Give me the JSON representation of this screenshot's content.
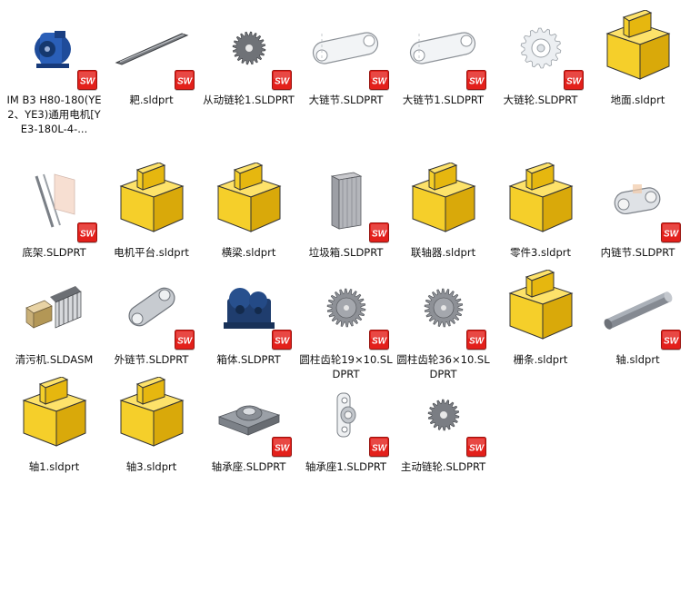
{
  "files": [
    {
      "label": "IM B3 H80-180(YE2、YE3)通用电机[YE3-180L-4-...",
      "icon": "motor-icon",
      "badge": true
    },
    {
      "label": "耙.sldprt",
      "icon": "rake-bar-icon",
      "badge": true
    },
    {
      "label": "从动链轮1.SLDPRT",
      "icon": "driven-sprocket-icon",
      "badge": true
    },
    {
      "label": "大链节.SLDPRT",
      "icon": "large-chain-link-icon",
      "badge": true
    },
    {
      "label": "大链节1.SLDPRT",
      "icon": "large-chain-link-icon",
      "badge": true
    },
    {
      "label": "大链轮.SLDPRT",
      "icon": "large-sprocket-icon",
      "badge": true
    },
    {
      "label": "地面.sldprt",
      "icon": "generic-part-icon",
      "badge": false
    },
    {
      "label": "底架.SLDPRT",
      "icon": "base-frame-icon",
      "badge": true
    },
    {
      "label": "电机平台.sldprt",
      "icon": "generic-part-icon",
      "badge": false
    },
    {
      "label": "横梁.sldprt",
      "icon": "generic-part-icon",
      "badge": false
    },
    {
      "label": "垃圾箱.SLDPRT",
      "icon": "trash-bin-icon",
      "badge": true
    },
    {
      "label": "联轴器.sldprt",
      "icon": "generic-part-icon",
      "badge": false
    },
    {
      "label": "零件3.sldprt",
      "icon": "generic-part-icon",
      "badge": false
    },
    {
      "label": "内链节.SLDPRT",
      "icon": "inner-chain-link-icon",
      "badge": true
    },
    {
      "label": "清污机.SLDASM",
      "icon": "assembly-icon",
      "badge": false
    },
    {
      "label": "外链节.SLDPRT",
      "icon": "outer-chain-link-icon",
      "badge": true
    },
    {
      "label": "箱体.SLDPRT",
      "icon": "gearbox-housing-icon",
      "badge": true
    },
    {
      "label": "圆柱齿轮19×10.SLDPRT",
      "icon": "spur-gear-icon",
      "badge": true
    },
    {
      "label": "圆柱齿轮36×10.SLDPRT",
      "icon": "spur-gear-icon",
      "badge": true
    },
    {
      "label": "栅条.sldprt",
      "icon": "generic-part-icon",
      "badge": false
    },
    {
      "label": "轴.sldprt",
      "icon": "shaft-icon",
      "badge": true
    },
    {
      "label": "轴1.sldprt",
      "icon": "generic-part-icon",
      "badge": false
    },
    {
      "label": "轴3.sldprt",
      "icon": "generic-part-icon",
      "badge": false
    },
    {
      "label": "轴承座.SLDPRT",
      "icon": "bearing-housing-icon",
      "badge": true
    },
    {
      "label": "轴承座1.SLDPRT",
      "icon": "small-bearing-block-icon",
      "badge": true
    },
    {
      "label": "主动链轮.SLDPRT",
      "icon": "drive-sprocket-icon",
      "badge": true
    }
  ],
  "badge_text": "SW",
  "colors": {
    "generic_part": "#f5cf2a",
    "badge_red": "#e3201b",
    "motor_blue": "#1f4c9a"
  }
}
